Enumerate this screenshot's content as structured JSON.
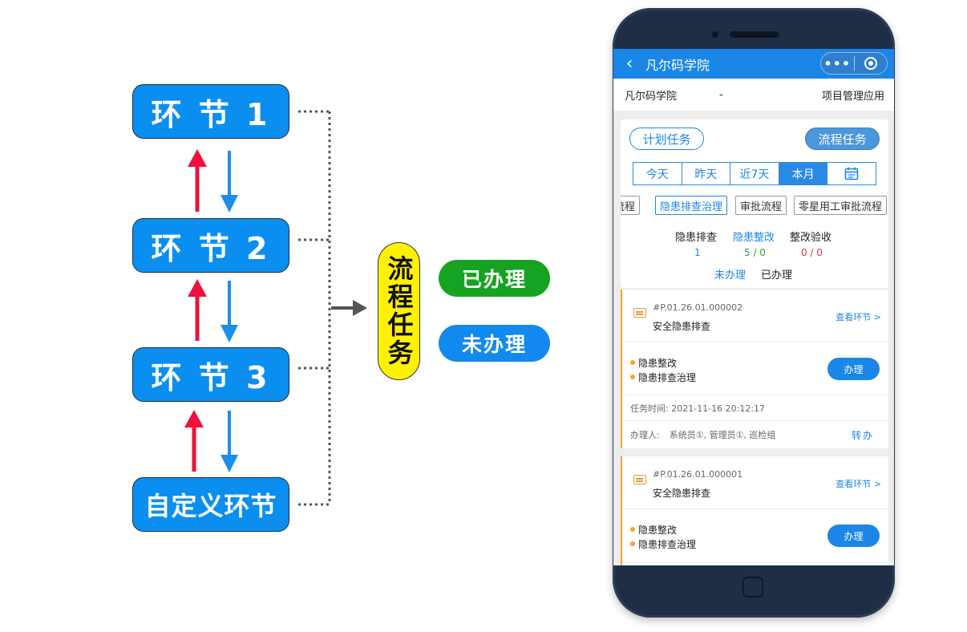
{
  "diagram": {
    "stages": [
      "环 节 1",
      "环 节 2",
      "环 节 3",
      "自定义环节"
    ],
    "flow_task": "流程任务",
    "status_done": "已办理",
    "status_todo": "未办理",
    "colors": {
      "stage": "#0a8ff0",
      "up_arrow": "#f0103c",
      "down_arrow": "#1a8fe8",
      "flow_pill": "#fff200",
      "done": "#17a322",
      "todo": "#1289ee"
    }
  },
  "phone": {
    "nav": {
      "back_icon": "chevron-left-icon",
      "title": "凡尔码学院",
      "more_icon": "more-dots-icon",
      "more_text": "•••",
      "close_icon": "target-icon"
    },
    "info": {
      "org": "凡尔码学院",
      "dash": "-",
      "app": "项目管理应用"
    },
    "type_buttons": {
      "plan": "计划任务",
      "flow": "流程任务"
    },
    "date_tabs": [
      "今天",
      "昨天",
      "近7天",
      "本月"
    ],
    "date_active": "本月",
    "calendar_icon": "calendar-icon",
    "process_tags": [
      "流程",
      "隐患排查治理",
      "审批流程",
      "零星用工审批流程"
    ],
    "process_active": "隐患排查治理",
    "stats": {
      "labels": [
        "隐患排查",
        "隐患整改",
        "整改验收"
      ],
      "active_label": "隐患整改",
      "values": [
        "1",
        "5 / 0",
        "0 / 0"
      ],
      "value_colors": [
        "#1a86e8",
        "#2e9e3e",
        "#e8304a"
      ]
    },
    "sub_tabs": {
      "todo": "未办理",
      "done": "已办理"
    },
    "tasks": [
      {
        "no": "#P.01.26.01.000002",
        "name": "安全隐患排查",
        "view": "查看环节 >",
        "steps": [
          "隐患整改",
          "隐患排查治理"
        ],
        "action": "办理",
        "time": "任务时间:  2021-11-16 20:12:17",
        "handler_label": "办理人:",
        "handler_names": "系统员①,  管理员①,  巡检组",
        "transfer": "转办"
      },
      {
        "no": "#P.01.26.01.000001",
        "name": "安全隐患排查",
        "view": "查看环节 >",
        "steps": [
          "隐患整改",
          "隐患排查治理"
        ],
        "action": "办理"
      }
    ]
  }
}
